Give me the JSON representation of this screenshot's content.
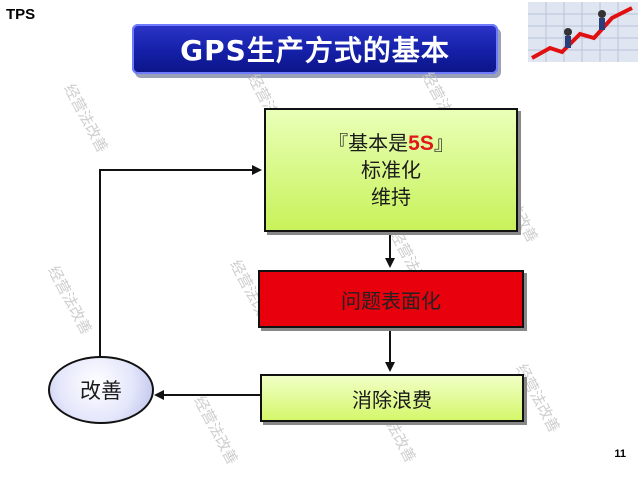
{
  "header": {
    "tps_label": "TPS",
    "page_number": "11"
  },
  "title": {
    "text": "GPS生产方式的基本"
  },
  "watermark": {
    "text": "经营法改善"
  },
  "flow": {
    "top_box": {
      "line1_prefix": "『基本是",
      "line1_highlight": "5S",
      "line1_suffix": "』",
      "line2": "标准化",
      "line3": "维持"
    },
    "middle_box": {
      "label": "问题表面化"
    },
    "bottom_box": {
      "label": "消除浪费"
    },
    "circle": {
      "label": "改善"
    }
  },
  "colors": {
    "title_bg": "#1420a8",
    "green_box": "#c8f25a",
    "red_box": "#e8000d",
    "highlight": "#e0181b"
  }
}
